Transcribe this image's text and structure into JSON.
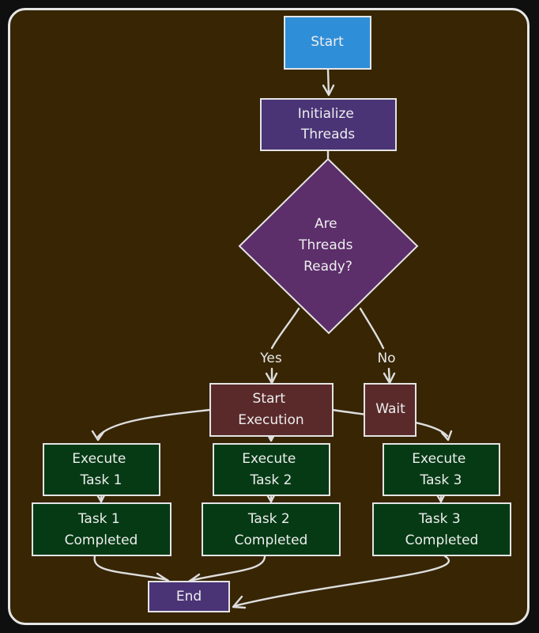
{
  "diagram": {
    "colors": {
      "background": "#372504",
      "start_fill": "#2f8ed8",
      "process_fill": "#4a3476",
      "decision_fill": "#5c2e6a",
      "action_fill": "#5a2a2a",
      "task_fill": "#053a14",
      "line": "#dedede"
    },
    "nodes": {
      "start": {
        "lines": [
          "Start"
        ]
      },
      "init": {
        "lines": [
          "Initialize",
          "Threads"
        ]
      },
      "decision": {
        "lines": [
          "Are",
          "Threads",
          "Ready?"
        ]
      },
      "start_exec": {
        "lines": [
          "Start",
          "Execution"
        ]
      },
      "wait": {
        "lines": [
          "Wait"
        ]
      },
      "exec1": {
        "lines": [
          "Execute",
          "Task 1"
        ]
      },
      "exec2": {
        "lines": [
          "Execute",
          "Task 2"
        ]
      },
      "exec3": {
        "lines": [
          "Execute",
          "Task 3"
        ]
      },
      "done1": {
        "lines": [
          "Task 1",
          "Completed"
        ]
      },
      "done2": {
        "lines": [
          "Task 2",
          "Completed"
        ]
      },
      "done3": {
        "lines": [
          "Task 3",
          "Completed"
        ]
      },
      "end": {
        "lines": [
          "End"
        ]
      }
    },
    "edge_labels": {
      "yes": "Yes",
      "no": "No"
    }
  }
}
